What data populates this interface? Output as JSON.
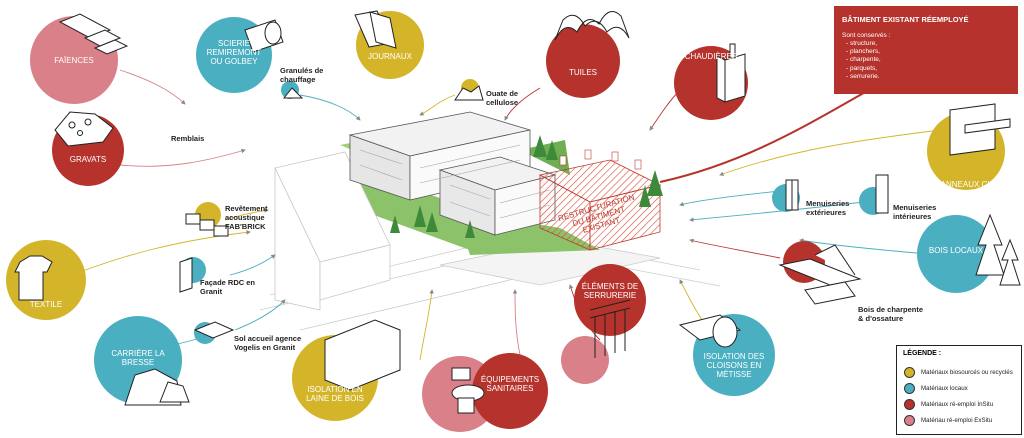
{
  "colors": {
    "biosourced": "#d4b52a",
    "local": "#4aafc0",
    "reuse_insitu": "#b5332c",
    "reuse_exsitu": "#d98088"
  },
  "nodes": {
    "faiences": "FAÏENCES",
    "gravats": "GRAVATS",
    "scierie": "SCIERIE REMIREMONT ou GOLBEY",
    "journaux": "JOURNAUX",
    "tuiles": "TUILES",
    "chaudieres": "CHAUDIÈRES",
    "textile": "TEXTILE",
    "carriere": "CARRIÈRE LA BRESSE",
    "isolation_laine": "ISOLATION EN LAINE DE BOIS",
    "equipements": "ÉQUIPEMENTS SANITAIRES",
    "serrurerie": "ÉLÉMENTS DE SERRURERIE",
    "isolation_cloisons": "ISOLATION DES CLOISONS EN MÉTISSE",
    "bois_locaux": "BOIS LOCAUX",
    "panneaux_clt": "PANNEAUX CLT"
  },
  "notes": {
    "granules": "Granulés de chauffage",
    "ouate": "Ouate de cellulose",
    "remblais": "Remblais",
    "revetement": "Revêtement acoustique FAB'BRICK",
    "facade": "Façade RDC en Granit",
    "sol": "Sol accueil agence Vogelis en Granit",
    "menuiseries_ext": "Menuiseries extérieures",
    "menuiseries_int": "Menuiseries intérieures",
    "bois_charpente": "Bois de charpente & d'ossature"
  },
  "stamp": "RESTRUCTURATION DU BÂTIMENT EXISTANT",
  "existing_box": {
    "title": "BÂTIMENT EXISTANT RÉEMPLOYÉ",
    "intro": "Sont conservés :",
    "items": [
      "- structure,",
      "- planchers,",
      "- charpente,",
      "- parquets,",
      "- serrurerie."
    ]
  },
  "legend": {
    "title": "LÉGENDE :",
    "items": [
      {
        "label": "Matériaux biosourcés ou recyclés",
        "color": "#d4b52a"
      },
      {
        "label": "Matériaux locaux",
        "color": "#4aafc0"
      },
      {
        "label": "Matériaux ré-emploi InSitu",
        "color": "#b5332c"
      },
      {
        "label": "Matériau ré-emploi ExSitu",
        "color": "#d98088"
      }
    ]
  }
}
